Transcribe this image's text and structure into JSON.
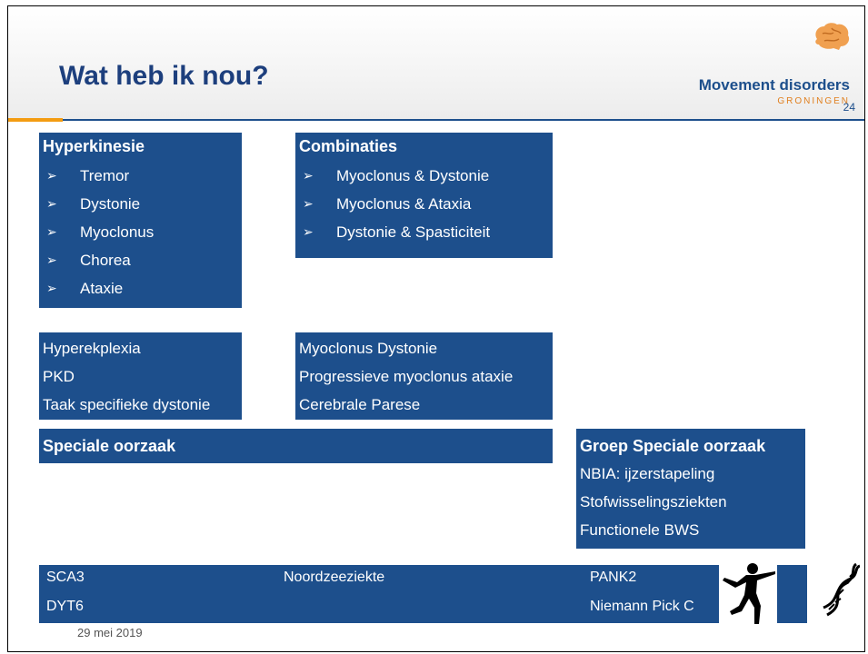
{
  "header": {
    "title": "Wat heb ik nou?",
    "logo_text": "Movement disorders",
    "logo_sub": "GRONINGEN",
    "slide_number": "24"
  },
  "hyperkinesie": {
    "heading": "Hyperkinesie",
    "items": [
      "Tremor",
      "Dystonie",
      "Myoclonus",
      "Chorea",
      "Ataxie"
    ]
  },
  "combinaties": {
    "heading": "Combinaties",
    "items": [
      "Myoclonus & Dystonie",
      "Myoclonus & Ataxia",
      "Dystonie & Spasticiteit"
    ]
  },
  "examples_left": [
    "Hyperekplexia",
    "PKD",
    "Taak specifieke dystonie"
  ],
  "examples_mid": [
    "Myoclonus Dystonie",
    "Progressieve myoclonus ataxie",
    "Cerebrale Parese"
  ],
  "speciale_oorzaak": {
    "heading": "Speciale oorzaak"
  },
  "groep_speciale_oorzaak": {
    "heading": "Groep Speciale oorzaak",
    "items": [
      "NBIA: ijzerstapeling",
      "Stofwisselingsziekten",
      "Functionele BWS"
    ]
  },
  "bottom_bar": {
    "col1": [
      "SCA3",
      "DYT6"
    ],
    "col2": [
      "Noordzeeziekte"
    ],
    "col3": [
      "PANK2",
      "Niemann Pick C"
    ]
  },
  "footer": {
    "date": "29 mei 2019"
  },
  "icons": {
    "bullet": "arrowhead-bullet-icon",
    "dancer": "dancer-silhouette-icon",
    "dna": "dna-helix-icon",
    "brain": "brain-logo-icon"
  },
  "colors": {
    "box": "#1d4f8c",
    "title": "#1d3f7d",
    "accent": "#f39c12"
  }
}
